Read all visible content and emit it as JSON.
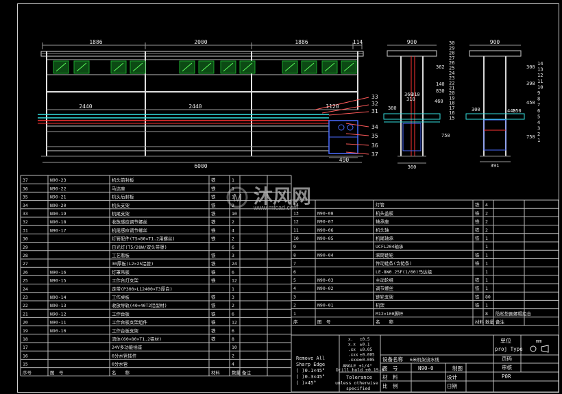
{
  "watermark": {
    "brand": "沐风网",
    "url": "www.mfcad.com"
  },
  "front_view": {
    "top_dims": [
      "1886",
      "2000",
      "1886",
      "114"
    ],
    "mid_dims": [
      "2440",
      "2440",
      "1120"
    ],
    "bottom_dims": [
      "6000",
      "490"
    ],
    "balloons": [
      "33",
      "32",
      "31",
      "34",
      "35",
      "36",
      "37"
    ]
  },
  "side_view_1": {
    "top_dim": "900",
    "right_dims": [
      "30",
      "29",
      "28",
      "27",
      "26",
      "25",
      "24",
      "23",
      "22",
      "21",
      "20",
      "19",
      "18",
      "17",
      "16",
      "15"
    ],
    "inner_dims": [
      "360",
      "310",
      "380",
      "460",
      "750",
      "362",
      "140",
      "830",
      "310"
    ],
    "bottom_label": "360"
  },
  "side_view_2": {
    "top_dim": "900",
    "right_dims": [
      "14",
      "13",
      "12",
      "11",
      "10",
      "9",
      "8",
      "7",
      "6",
      "5",
      "4",
      "3",
      "2",
      "1"
    ],
    "inner_dims": [
      "300",
      "398",
      "450",
      "750",
      "300",
      "550",
      "440"
    ],
    "bottom_dim": "391"
  },
  "bom_left": {
    "rows": [
      {
        "no": "37",
        "code": "N90-23",
        "name": "机头前封板",
        "mat": "铁",
        "qty": "1"
      },
      {
        "no": "36",
        "code": "N90-22",
        "name": "马达座",
        "mat": "铁",
        "qty": "1"
      },
      {
        "no": "35",
        "code": "N90-21",
        "name": "机头后封板",
        "mat": "铁",
        "qty": "1"
      },
      {
        "no": "34",
        "code": "N90-20",
        "name": "机头支架",
        "mat": "铁",
        "qty": "2"
      },
      {
        "no": "33",
        "code": "N90-19",
        "name": "机尾支架",
        "mat": "铁",
        "qty": "10"
      },
      {
        "no": "32",
        "code": "N90-18",
        "name": "收放感应调节螺丝",
        "mat": "铁",
        "qty": "2"
      },
      {
        "no": "31",
        "code": "N90-17",
        "name": "机尾感应调节螺丝",
        "mat": "铁",
        "qty": "4"
      },
      {
        "no": "30",
        "code": "",
        "name": "灯管配件(T5×80×T1.2用螺丝)",
        "mat": "铁",
        "qty": "2"
      },
      {
        "no": "29",
        "code": "",
        "name": "日光灯(T5/28W/双头带罩)",
        "mat": "",
        "qty": "6"
      },
      {
        "no": "28",
        "code": "",
        "name": "工艺看板",
        "mat": "铁",
        "qty": "3"
      },
      {
        "no": "27",
        "code": "",
        "name": "30厚板(L2×25铝管)",
        "mat": "铁",
        "qty": "24"
      },
      {
        "no": "26",
        "code": "N90-16",
        "name": "灯罩吊板",
        "mat": "铁",
        "qty": "6"
      },
      {
        "no": "25",
        "code": "N90-15",
        "name": "工作台灯支架",
        "mat": "铁",
        "qty": "12"
      },
      {
        "no": "24",
        "code": "",
        "name": "走带(P300×L12400×T3厚白)",
        "mat": "",
        "qty": "1"
      },
      {
        "no": "23",
        "code": "N90-14",
        "name": "工作桌板",
        "mat": "铁",
        "qty": "3"
      },
      {
        "no": "22",
        "code": "N90-13",
        "name": "收放导轨(40×40T2铝型材)",
        "mat": "铁",
        "qty": "2"
      },
      {
        "no": "21",
        "code": "N90-12",
        "name": "工作台板",
        "mat": "铁",
        "qty": "6"
      },
      {
        "no": "20",
        "code": "N90-11",
        "name": "工作台板支架组件",
        "mat": "铁",
        "qty": "12"
      },
      {
        "no": "19",
        "code": "N90-10",
        "name": "工作台板支架",
        "mat": "铁",
        "qty": "6"
      },
      {
        "no": "18",
        "code": "",
        "name": "流体(60×80×T1.2铝材)",
        "mat": "铁",
        "qty": "8"
      },
      {
        "no": "17",
        "code": "",
        "name": "24V多功能插座",
        "mat": "",
        "qty": "10"
      },
      {
        "no": "16",
        "code": "",
        "name": "6分水管插件",
        "mat": "",
        "qty": "2"
      },
      {
        "no": "15",
        "code": "",
        "name": "6分水管",
        "mat": "",
        "qty": "4"
      }
    ],
    "header": {
      "no": "序号",
      "code": "图　号",
      "name": "名　　称",
      "mat": "材料",
      "qty": "数量",
      "remark": "备注"
    }
  },
  "bom_right": {
    "rows": [
      {
        "no": "14",
        "code": "",
        "name": "灯管",
        "mat": "铁",
        "qty": "4",
        "remark": ""
      },
      {
        "no": "13",
        "code": "N90-08",
        "name": "机头盖板",
        "mat": "铁",
        "qty": "2",
        "remark": ""
      },
      {
        "no": "12",
        "code": "N90-07",
        "name": "轴承座",
        "mat": "铁",
        "qty": "2",
        "remark": ""
      },
      {
        "no": "11",
        "code": "N90-06",
        "name": "机头轴",
        "mat": "铁",
        "qty": "2",
        "remark": ""
      },
      {
        "no": "10",
        "code": "N90-05",
        "name": "机尾轴承",
        "mat": "铁",
        "qty": "1",
        "remark": ""
      },
      {
        "no": "9",
        "code": "",
        "name": "UCFL204轴承",
        "mat": "",
        "qty": "1",
        "remark": ""
      },
      {
        "no": "8",
        "code": "N90-04",
        "name": "滚筒链轮",
        "mat": "铁",
        "qty": "1",
        "remark": ""
      },
      {
        "no": "7",
        "code": "",
        "name": "传动链条(含链条)",
        "mat": "铁",
        "qty": "1",
        "remark": ""
      },
      {
        "no": "6",
        "code": "",
        "name": "LE-8W0.25F(1/60)马达组",
        "mat": "",
        "qty": "1",
        "remark": ""
      },
      {
        "no": "5",
        "code": "N90-03",
        "name": "主动轮组",
        "mat": "铁",
        "qty": "1",
        "remark": ""
      },
      {
        "no": "4",
        "code": "N90-02",
        "name": "调节螺丝",
        "mat": "铁",
        "qty": "1",
        "remark": ""
      },
      {
        "no": "3",
        "code": "",
        "name": "链轮支架",
        "mat": "铁",
        "qty": "80",
        "remark": ""
      },
      {
        "no": "2",
        "code": "N90-01",
        "name": "机架",
        "mat": "铁",
        "qty": "1",
        "remark": ""
      },
      {
        "no": "1",
        "code": "",
        "name": "M12×100脚杯",
        "mat": "",
        "qty": "8",
        "remark": "防松垫圈螺帽组合"
      }
    ],
    "header": {
      "no": "序",
      "code": "图　号",
      "name": "名　　称",
      "mat": "材料",
      "qty": "数量",
      "remark": "备注"
    }
  },
  "title_block": {
    "notes": [
      "Remove All",
      "Sharp Edge",
      "( )0.1×45°",
      "( )0.3×45°",
      "( )×45°"
    ],
    "tolerance_values": [
      "±0.5",
      "±0.1",
      "±0.05",
      "±0.005",
      "±0.005"
    ],
    "angle": "ANGLE ±1/4°",
    "drill": "Drill hold ±0.15-0",
    "tolerance_title": "Tolerance",
    "tolerance_sub": "unless otherwise",
    "tolerance_sub2": "specified",
    "device_name_label": "设备名称",
    "device_name": "6米机架流水线",
    "drawing_no_label": "图　号",
    "drawing_no": "N90-0",
    "draw_label": "制图",
    "material_label": "材　料",
    "design_label": "设计",
    "ratio_label": "比　例",
    "date_label": "日期",
    "unit_label": "单位",
    "unit_value": "mm",
    "proj_label": "proj Type",
    "pages_label": "页码",
    "review_label": "审核",
    "ver": "P0R"
  }
}
